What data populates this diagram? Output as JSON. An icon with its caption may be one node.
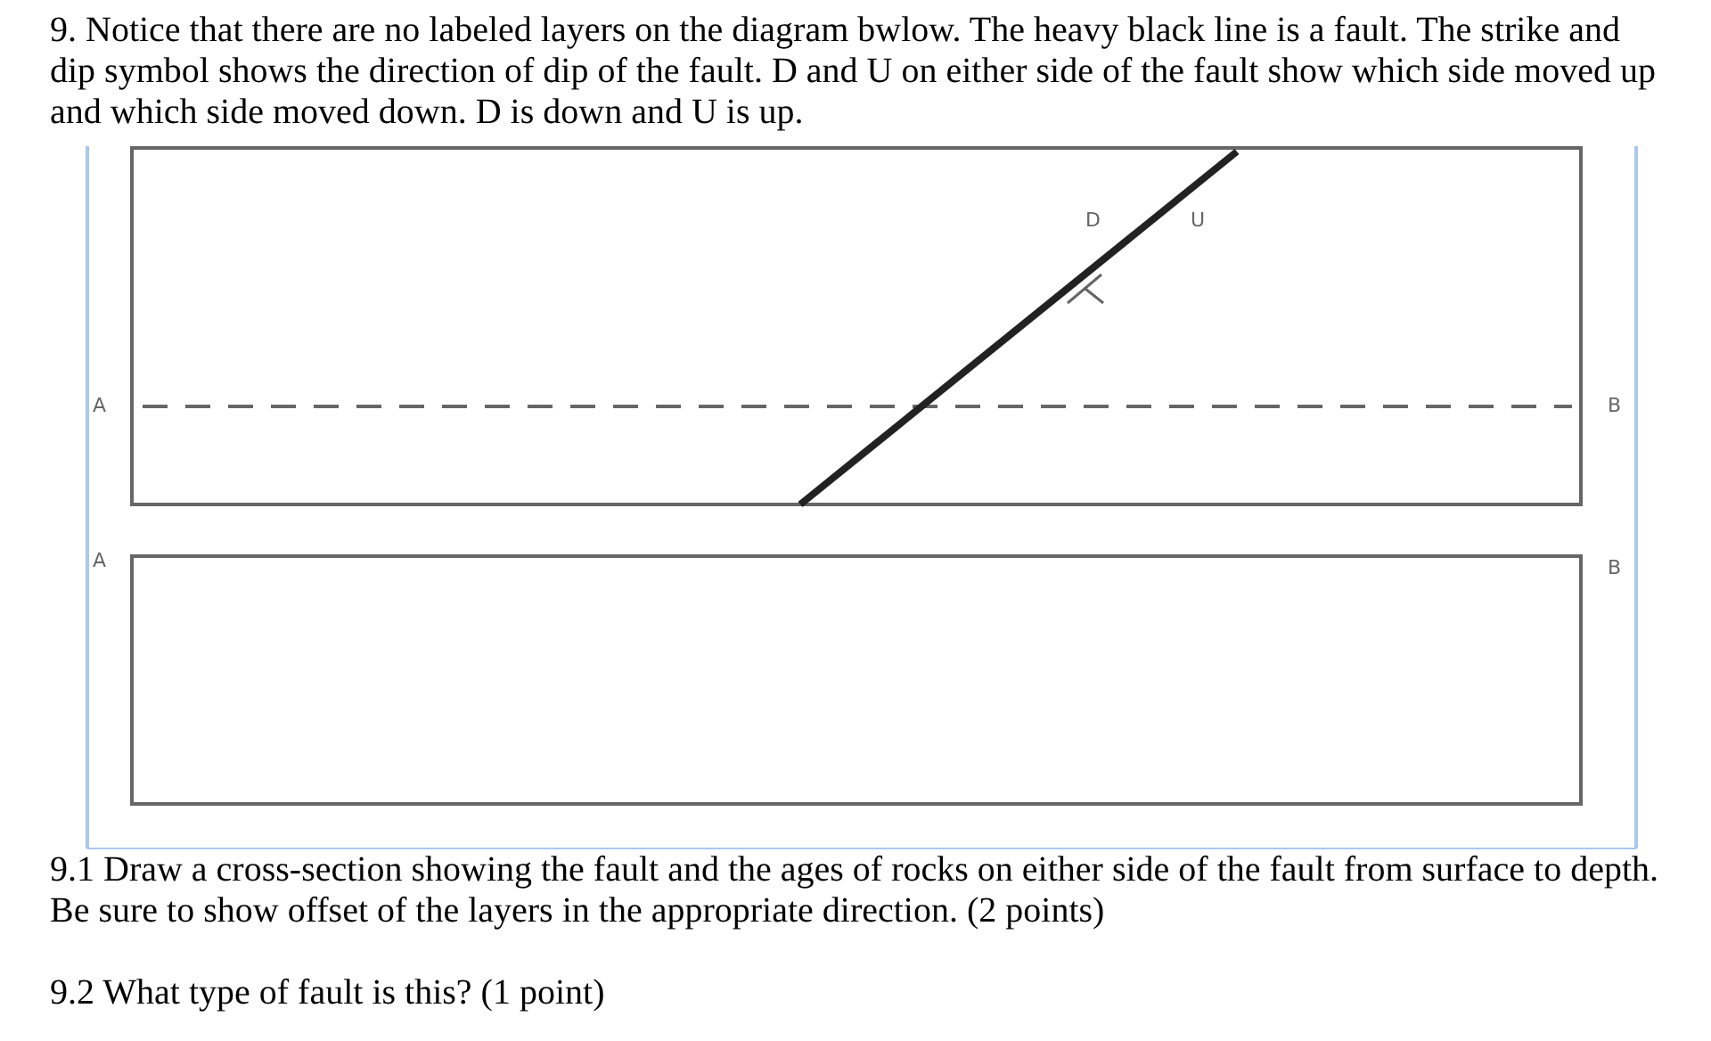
{
  "diagram": {
    "nodes": [
      {
        "text": [],
        "shape": "box"
      },
      {
        "text": [],
        "shape": "box"
      }
    ],
    "labels": [
      "9. Notice that there are no labeled layers on the diagram bwlow. The heavy black line is a fault. The strike and dip symbol shows the direction of dip of the fault. D and U on either side of the fault show which side moved up and which side moved down. D is down and U is up.",
      "D",
      "U",
      "A",
      "B",
      "A",
      "B",
      "9.1 Draw a cross-section showing the fault and the ages of rocks on either side of the fault from surface to depth. Be sure to show offset of the layers in the appropriate direction. (2 points)",
      "9.2 What type of fault is this? (1 point)"
    ]
  }
}
